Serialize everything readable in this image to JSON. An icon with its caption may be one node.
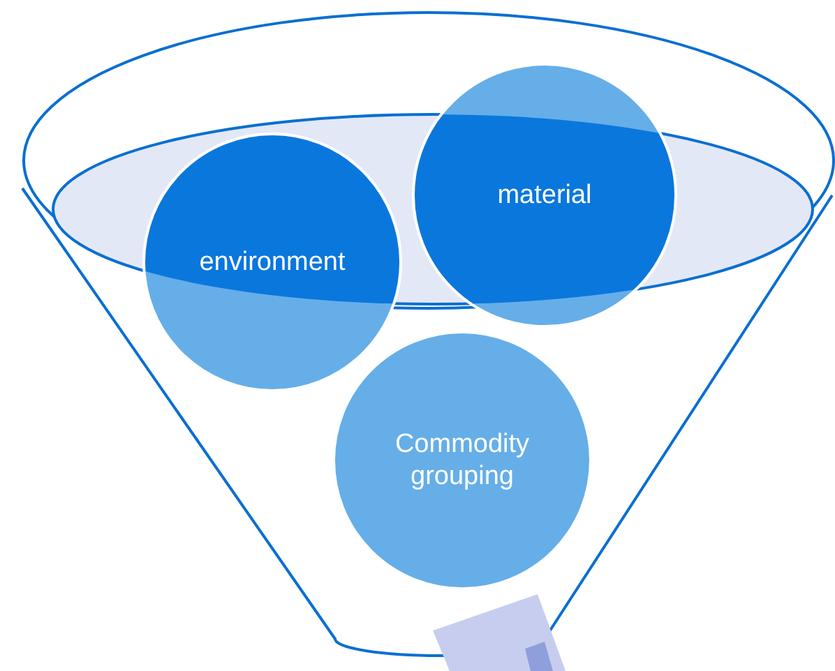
{
  "diagram": {
    "nodes": [
      {
        "text": [
          "environment"
        ]
      },
      {
        "text": [
          "material"
        ]
      },
      {
        "text": [
          "Commodity grouping"
        ]
      }
    ]
  }
}
